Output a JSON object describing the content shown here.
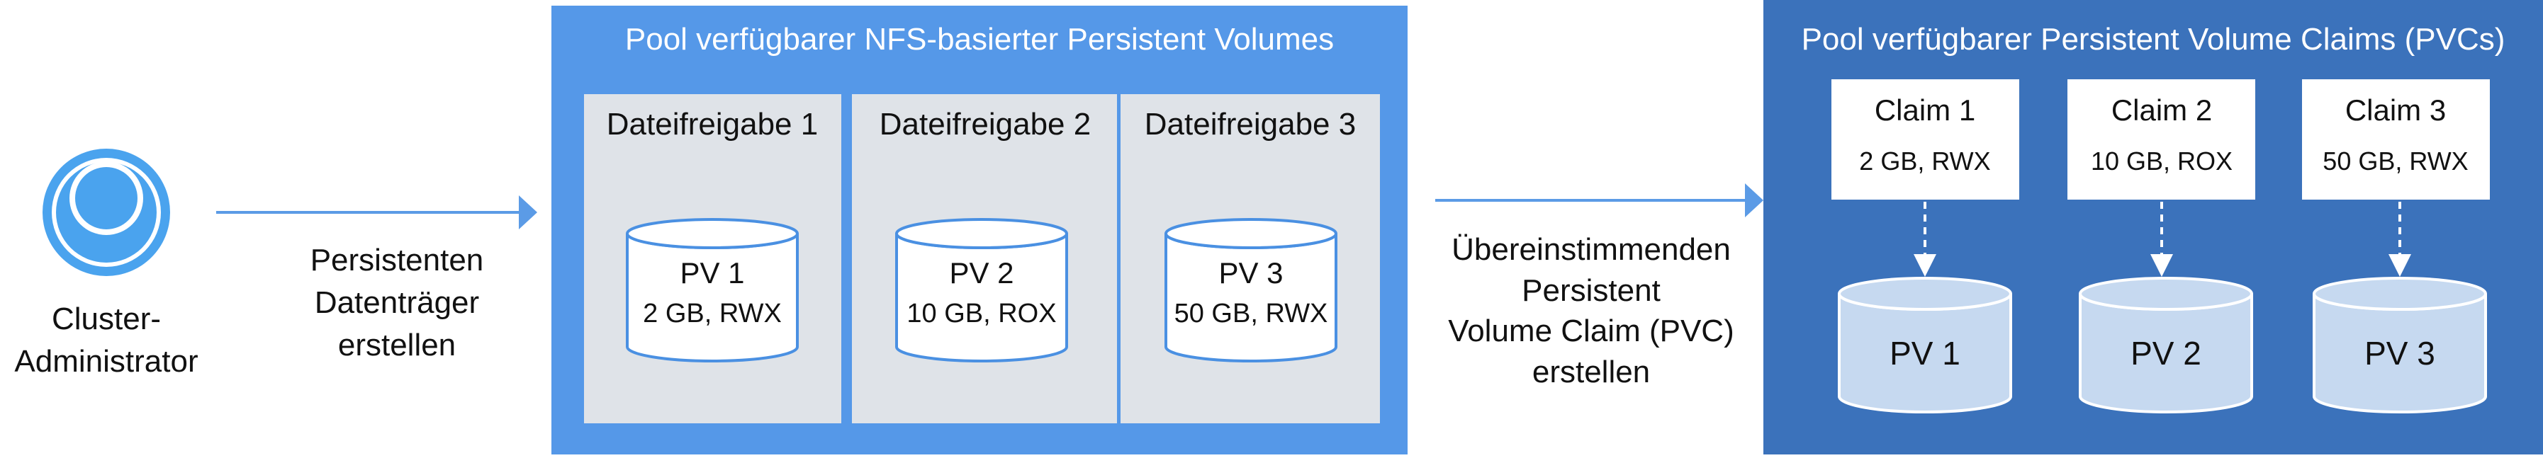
{
  "admin": {
    "label_line1": "Cluster-",
    "label_line2": "Administrator",
    "icon": "user-icon"
  },
  "step1": {
    "line1": "Persistenten",
    "line2": "Datenträger",
    "line3": "erstellen"
  },
  "nfs_pool": {
    "title": "Pool verfügbarer NFS-basierter Persistent Volumes",
    "shares": [
      {
        "title": "Dateifreigabe 1",
        "pv": "PV 1",
        "spec": "2 GB, RWX"
      },
      {
        "title": "Dateifreigabe 2",
        "pv": "PV 2",
        "spec": "10 GB, ROX"
      },
      {
        "title": "Dateifreigabe 3",
        "pv": "PV 3",
        "spec": "50 GB, RWX"
      }
    ]
  },
  "step2": {
    "line1": "Übereinstimmenden",
    "line2": "Persistent",
    "line3": "Volume Claim (PVC)",
    "line4": "erstellen"
  },
  "pvc_pool": {
    "title": "Pool verfügbarer Persistent Volume Claims (PVCs)",
    "claims": [
      {
        "name": "Claim 1",
        "spec": "2 GB, RWX",
        "pv": "PV 1"
      },
      {
        "name": "Claim 2",
        "spec": "10 GB, ROX",
        "pv": "PV 2"
      },
      {
        "name": "Claim 3",
        "spec": "50 GB, RWX",
        "pv": "PV 3"
      }
    ]
  },
  "colors": {
    "arrow": "#5b9be6",
    "nfs_pool_bg": "#5598e8",
    "share_bg": "#dfe3e8",
    "pvc_pool_bg": "#3b72bb",
    "pv_fill": "#c6d9f0",
    "admin_icon": "#4aa3ee"
  }
}
